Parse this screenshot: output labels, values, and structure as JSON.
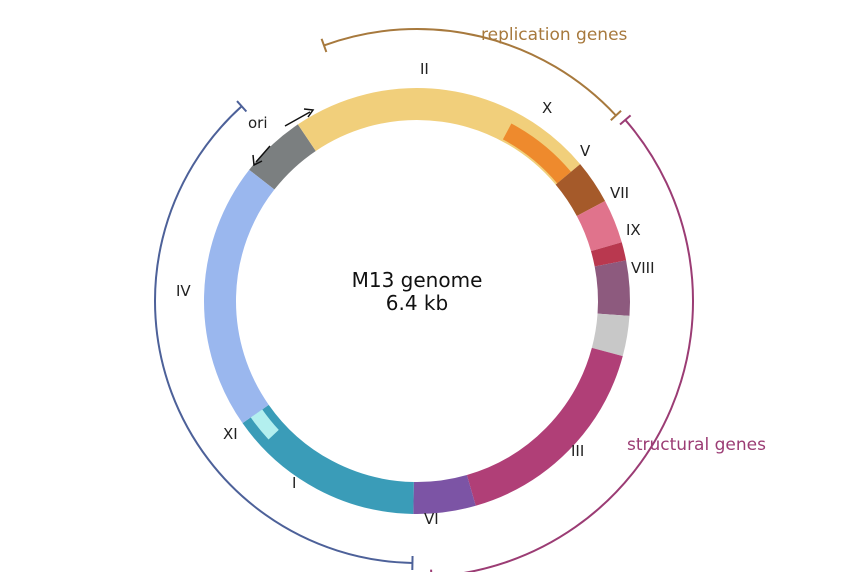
{
  "genome": {
    "title": "M13 genome",
    "size": "6.4 kb"
  },
  "segments": [
    {
      "id": "ori",
      "label": "ori",
      "color": "#7b7f80"
    },
    {
      "id": "II",
      "label": "II",
      "color": "#f1cf7b"
    },
    {
      "id": "X",
      "label": "X",
      "color": "#ee8a2d"
    },
    {
      "id": "V",
      "label": "V",
      "color": "#a55a2a"
    },
    {
      "id": "VII",
      "label": "VII",
      "color": "#e0738c"
    },
    {
      "id": "IX",
      "label": "IX",
      "color": "#b9384f"
    },
    {
      "id": "VIII",
      "label": "VIII",
      "color": "#8d5a7e"
    },
    {
      "id": "intergenic",
      "label": "",
      "color": "#c8c8c8"
    },
    {
      "id": "III",
      "label": "III",
      "color": "#b03f77"
    },
    {
      "id": "VI",
      "label": "VI",
      "color": "#7c54a5"
    },
    {
      "id": "I",
      "label": "I",
      "color": "#3a9cb8"
    },
    {
      "id": "XI",
      "label": "XI",
      "color": "#b3efef"
    },
    {
      "id": "IV",
      "label": "IV",
      "color": "#9ab7ee"
    }
  ],
  "groups": [
    {
      "id": "replication",
      "label": "replication genes",
      "color": "#a7793d"
    },
    {
      "id": "structural",
      "label": "structural genes",
      "color": "#9b3c74"
    },
    {
      "id": "assembly",
      "label": "",
      "color": "#4d6199"
    }
  ]
}
